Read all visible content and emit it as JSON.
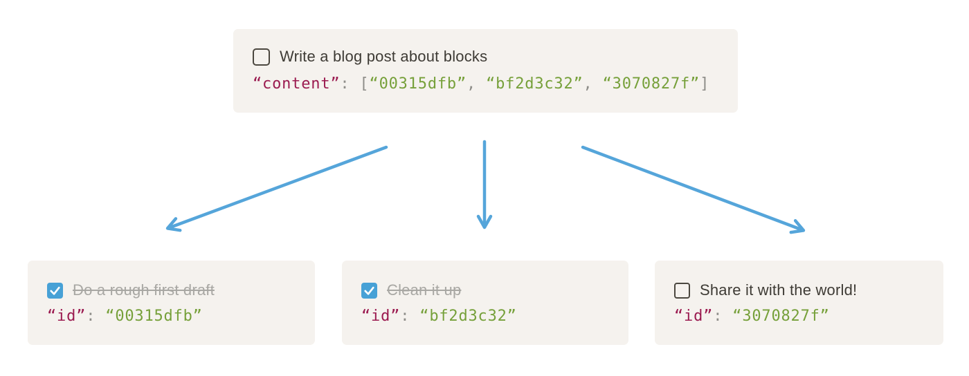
{
  "colors": {
    "canvas_bg": "#ffffff",
    "card_bg": "#f5f2ee",
    "arrow_blue": "#55a5da",
    "checkbox_checked_blue": "#47a1d6",
    "checkbox_border": "#4b473f",
    "title_text": "#3e3b35",
    "done_text": "#a8a7a3",
    "code_key": "#9b1b50",
    "code_value": "#76a03a",
    "code_punctuation": "#8e8d89"
  },
  "parent": {
    "checkbox_state": "unchecked",
    "title": "Write a blog post about blocks",
    "code": {
      "key": "“content”",
      "colon": ": ",
      "bracket_open": "[",
      "values": [
        "“00315dfb”",
        "“bf2d3c32”",
        "“3070827f”"
      ],
      "separator": ", ",
      "bracket_close": "]"
    }
  },
  "children": [
    {
      "checkbox_state": "checked",
      "title": "Do a rough first draft",
      "code": {
        "key": "“id”",
        "colon": ": ",
        "value": "“00315dfb”"
      }
    },
    {
      "checkbox_state": "checked",
      "title": "Clean it up",
      "code": {
        "key": "“id”",
        "colon": ": ",
        "value": "“bf2d3c32”"
      }
    },
    {
      "checkbox_state": "unchecked",
      "title": "Share it with the world!",
      "code": {
        "key": "“id”",
        "colon": ": ",
        "value": "“3070827f”"
      }
    }
  ]
}
